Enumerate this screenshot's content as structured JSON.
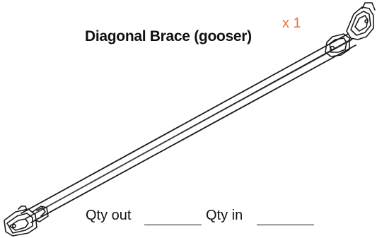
{
  "title": "Diagonal Brace (gooser)",
  "quantity_multiplier": "x 1",
  "qty_out_label": "Qty out",
  "qty_in_label": "Qty in",
  "colors": {
    "multiplier": "#f0703f",
    "text": "#111111",
    "line": "#111111",
    "background": "#ffffff"
  },
  "icons": [
    "diagonal-brace-illustration"
  ]
}
